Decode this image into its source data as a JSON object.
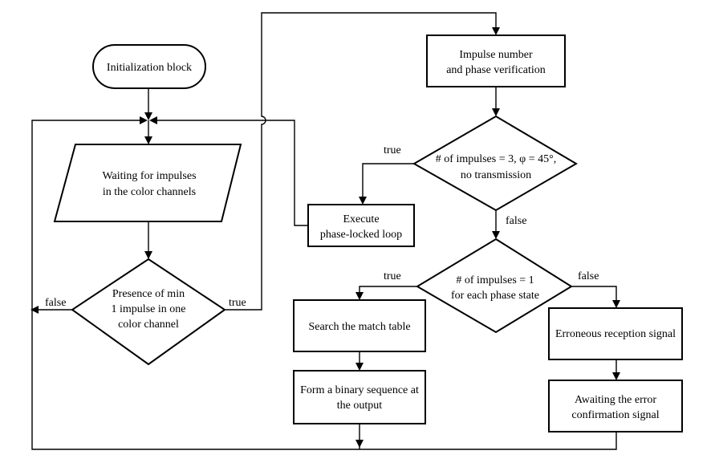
{
  "nodes": {
    "init": {
      "shape": "terminator",
      "lines": [
        "Initialization block"
      ]
    },
    "waiting": {
      "shape": "parallelogram",
      "lines": [
        "Waiting for impulses",
        "in the color channels"
      ]
    },
    "presence": {
      "shape": "decision",
      "lines": [
        "Presence of min",
        "1 impulse in one",
        "color channel"
      ]
    },
    "verification": {
      "shape": "process",
      "lines": [
        "Impulse number",
        "and phase verification"
      ]
    },
    "check_three": {
      "shape": "decision",
      "lines": [
        "# of impulses = 3, φ = 45°,",
        "no transmission"
      ]
    },
    "pll": {
      "shape": "process",
      "lines": [
        "Execute",
        "phase-locked loop"
      ]
    },
    "check_one": {
      "shape": "decision",
      "lines": [
        "# of impulses = 1",
        "for each phase state"
      ]
    },
    "search": {
      "shape": "process",
      "lines": [
        "Search the match table"
      ]
    },
    "binary": {
      "shape": "process",
      "lines": [
        "Form a binary sequence at",
        "the output"
      ]
    },
    "error": {
      "shape": "process",
      "lines": [
        "Erroneous reception signal"
      ]
    },
    "awaiting": {
      "shape": "process",
      "lines": [
        "Awaiting the error",
        "confirmation signal"
      ]
    }
  },
  "edge_labels": {
    "presence_false": "false",
    "presence_true": "true",
    "check_three_true": "true",
    "check_three_false": "false",
    "check_one_true": "true",
    "check_one_false": "false"
  }
}
